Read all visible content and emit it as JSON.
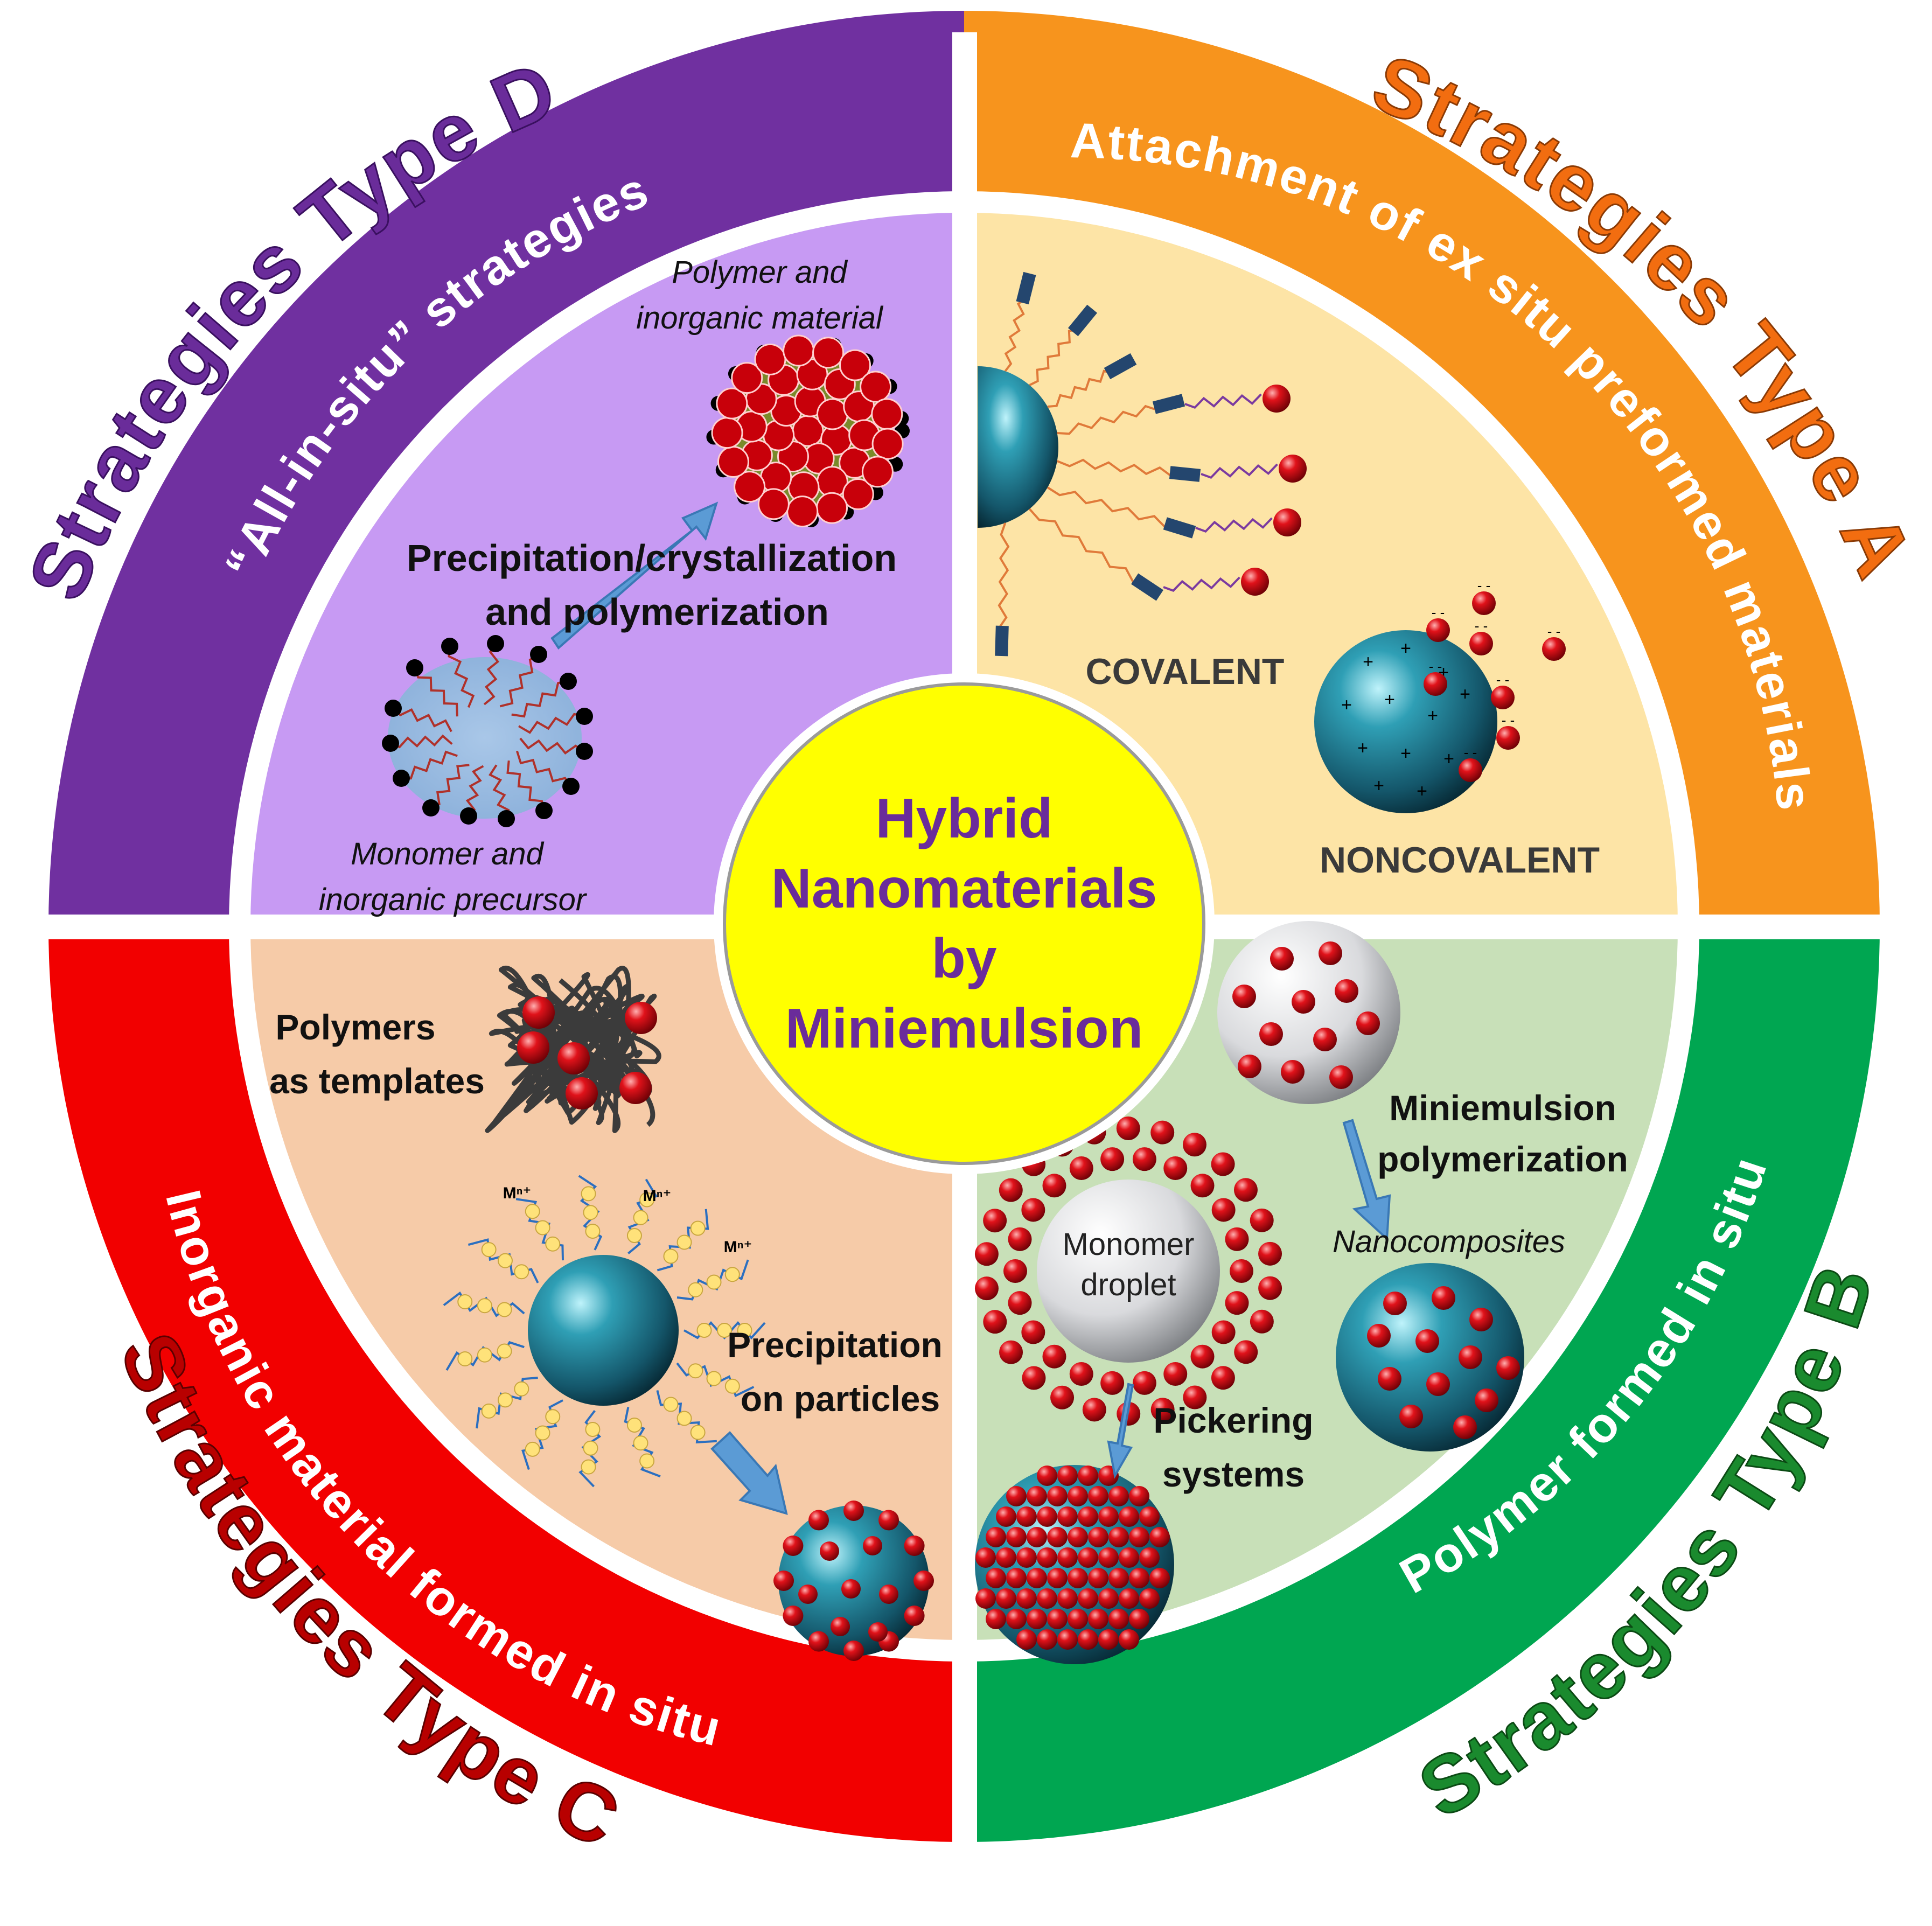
{
  "center": {
    "lines": [
      "Hybrid",
      "Nanomaterials",
      "by",
      "Miniemulsion"
    ]
  },
  "quadrants": {
    "A": {
      "outer_title": "Strategies Type A",
      "ring_label": "Attachment of ex situ preformed materials",
      "labels": {
        "covalent": "COVALENT",
        "noncovalent": "NONCOVALENT"
      }
    },
    "B": {
      "outer_title": "Strategies Type B",
      "ring_label": "Polymer formed in situ",
      "labels": {
        "miniemulsion_1": "Miniemulsion",
        "miniemulsion_2": "polymerization",
        "nanocomposites": "Nanocomposites",
        "monomer_1": "Monomer",
        "monomer_2": "droplet",
        "pickering_1": "Pickering",
        "pickering_2": "systems"
      }
    },
    "C": {
      "outer_title": "Strategies Type C",
      "ring_label": "Inorganic material formed in situ",
      "labels": {
        "templates_1": "Polymers",
        "templates_2": "as templates",
        "precip_1": "Precipitation",
        "precip_2": "on particles",
        "ion_label": "Mⁿ⁺"
      }
    },
    "D": {
      "outer_title": "Strategies Type D",
      "ring_label": "“All-in-situ” strategies",
      "labels": {
        "product_1": "Polymer and",
        "product_2": "inorganic material",
        "process_1": "Precipitation/crystallization",
        "process_2": "and polymerization",
        "precursor_1": "Monomer and",
        "precursor_2": "inorganic precursor"
      }
    }
  },
  "colors": {
    "typeA_ring": "#f7941d",
    "typeA_fill": "#fde4a6",
    "typeA_title": "#f26d10",
    "typeB_ring": "#00a651",
    "typeB_fill": "#c8e0b8",
    "typeB_title": "#1a8a2e",
    "typeC_ring": "#f20000",
    "typeC_fill": "#f6cba8",
    "typeC_title": "#b80000",
    "typeD_ring": "#7030a0",
    "typeD_fill": "#c79af3",
    "typeD_title": "#6a2c9a",
    "center_fill": "#ffff00",
    "center_text": "#6a2c9a",
    "teal_particle": "#1f6f80",
    "red_particle": "#d4000c",
    "arrow": "#5b9bd5"
  }
}
